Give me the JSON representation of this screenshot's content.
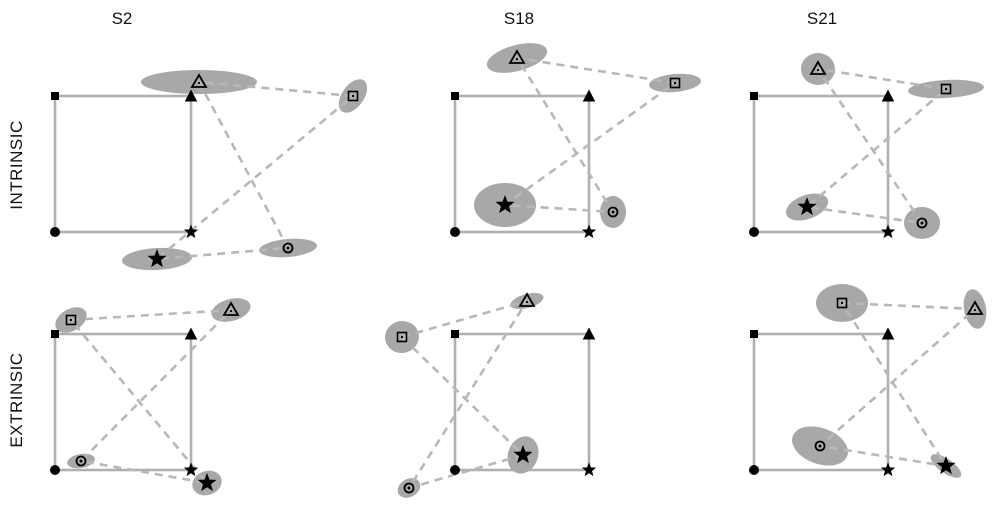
{
  "figure": {
    "columns": [
      "S2",
      "S18",
      "S21"
    ],
    "rows": [
      "INTRINSIC",
      "EXTRINSIC"
    ],
    "colors": {
      "reference_line": "#b0b0b0",
      "dashed_line": "#b8b8b8",
      "ellipse": "#a8a8a8",
      "marker": "#000000",
      "text": "#111111"
    },
    "reference_square": {
      "corners": [
        "square",
        "triangle",
        "star",
        "circle"
      ]
    }
  }
}
